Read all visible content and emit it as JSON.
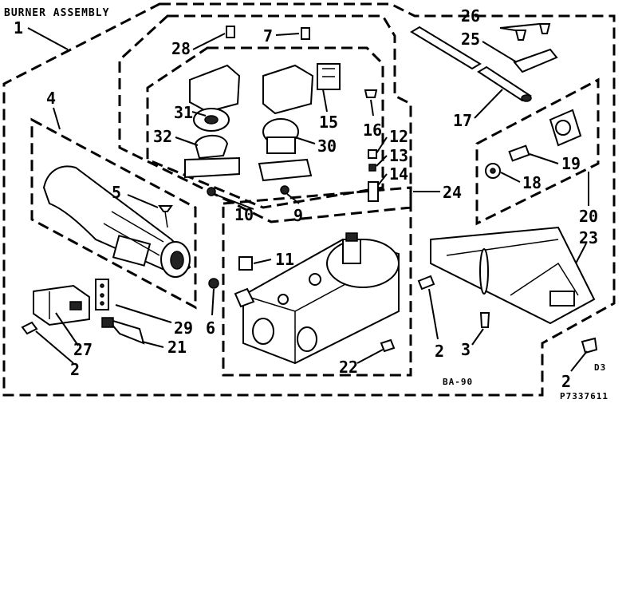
{
  "title": "BURNER ASSEMBLY",
  "footer": {
    "code_1": "BA-90",
    "code_2": "D3",
    "code_3": "P7337611"
  },
  "callouts": [
    "1",
    "2",
    "2",
    "2",
    "2",
    "3",
    "4",
    "5",
    "6",
    "7",
    "9",
    "10",
    "11",
    "12",
    "13",
    "14",
    "15",
    "16",
    "17",
    "18",
    "19",
    "20",
    "21",
    "22",
    "23",
    "24",
    "25",
    "26",
    "27",
    "28",
    "29",
    "30",
    "31",
    "32"
  ]
}
